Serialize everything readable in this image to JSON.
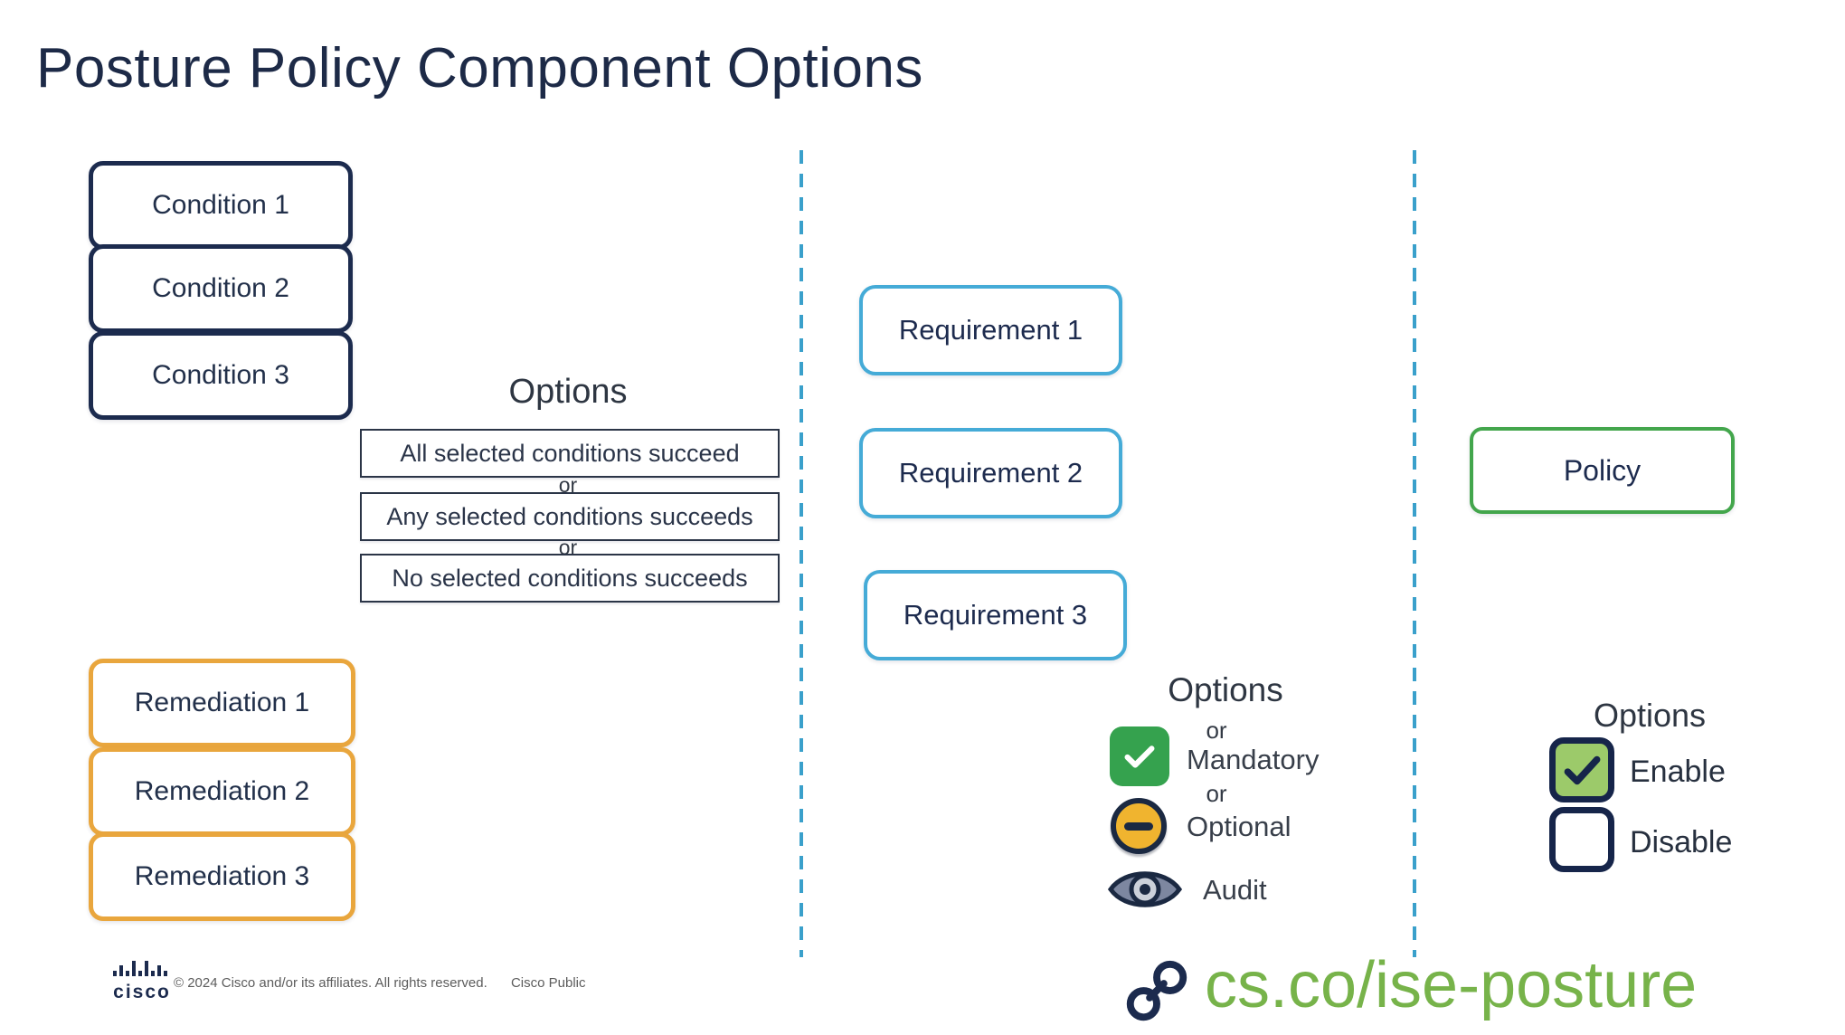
{
  "title": "Posture Policy Component Options",
  "colors": {
    "navy": "#1c2b4e",
    "condition_border": "#1c2b4e",
    "remediation_border": "#e9a63d",
    "requirement_border": "#45abd7",
    "policy_border": "#43a64c",
    "mandatory_green": "#35a24e",
    "optional_yellow": "#f0b42f",
    "enable_green": "#9cca6a",
    "divider_blue": "#3aa0cb",
    "url_green": "#77b34a"
  },
  "conditions": {
    "items": [
      "Condition 1",
      "Condition 2",
      "Condition 3"
    ]
  },
  "condition_options": {
    "heading": "Options",
    "or": "or",
    "items": [
      "All selected conditions succeed",
      "Any selected conditions succeeds",
      "No selected conditions succeeds"
    ]
  },
  "remediations": {
    "items": [
      "Remediation 1",
      "Remediation 2",
      "Remediation 3"
    ]
  },
  "requirements": {
    "items": [
      "Requirement 1",
      "Requirement 2",
      "Requirement 3"
    ]
  },
  "requirement_options": {
    "heading": "Options",
    "or1": "or",
    "or2": "or",
    "mandatory": "Mandatory",
    "optional": "Optional",
    "audit": "Audit",
    "icons": [
      "checkbox-checked-icon",
      "minus-circle-icon",
      "eye-icon"
    ]
  },
  "policy": {
    "label": "Policy"
  },
  "policy_options": {
    "heading": "Options",
    "enable": "Enable",
    "disable": "Disable",
    "icons": [
      "checkbox-checked-icon",
      "checkbox-empty-icon"
    ]
  },
  "footer": {
    "logo_text": "cisco",
    "copyright": "© 2024  Cisco and/or its affiliates. All rights reserved.",
    "classification": "Cisco Public",
    "url": "cs.co/ise-posture"
  }
}
